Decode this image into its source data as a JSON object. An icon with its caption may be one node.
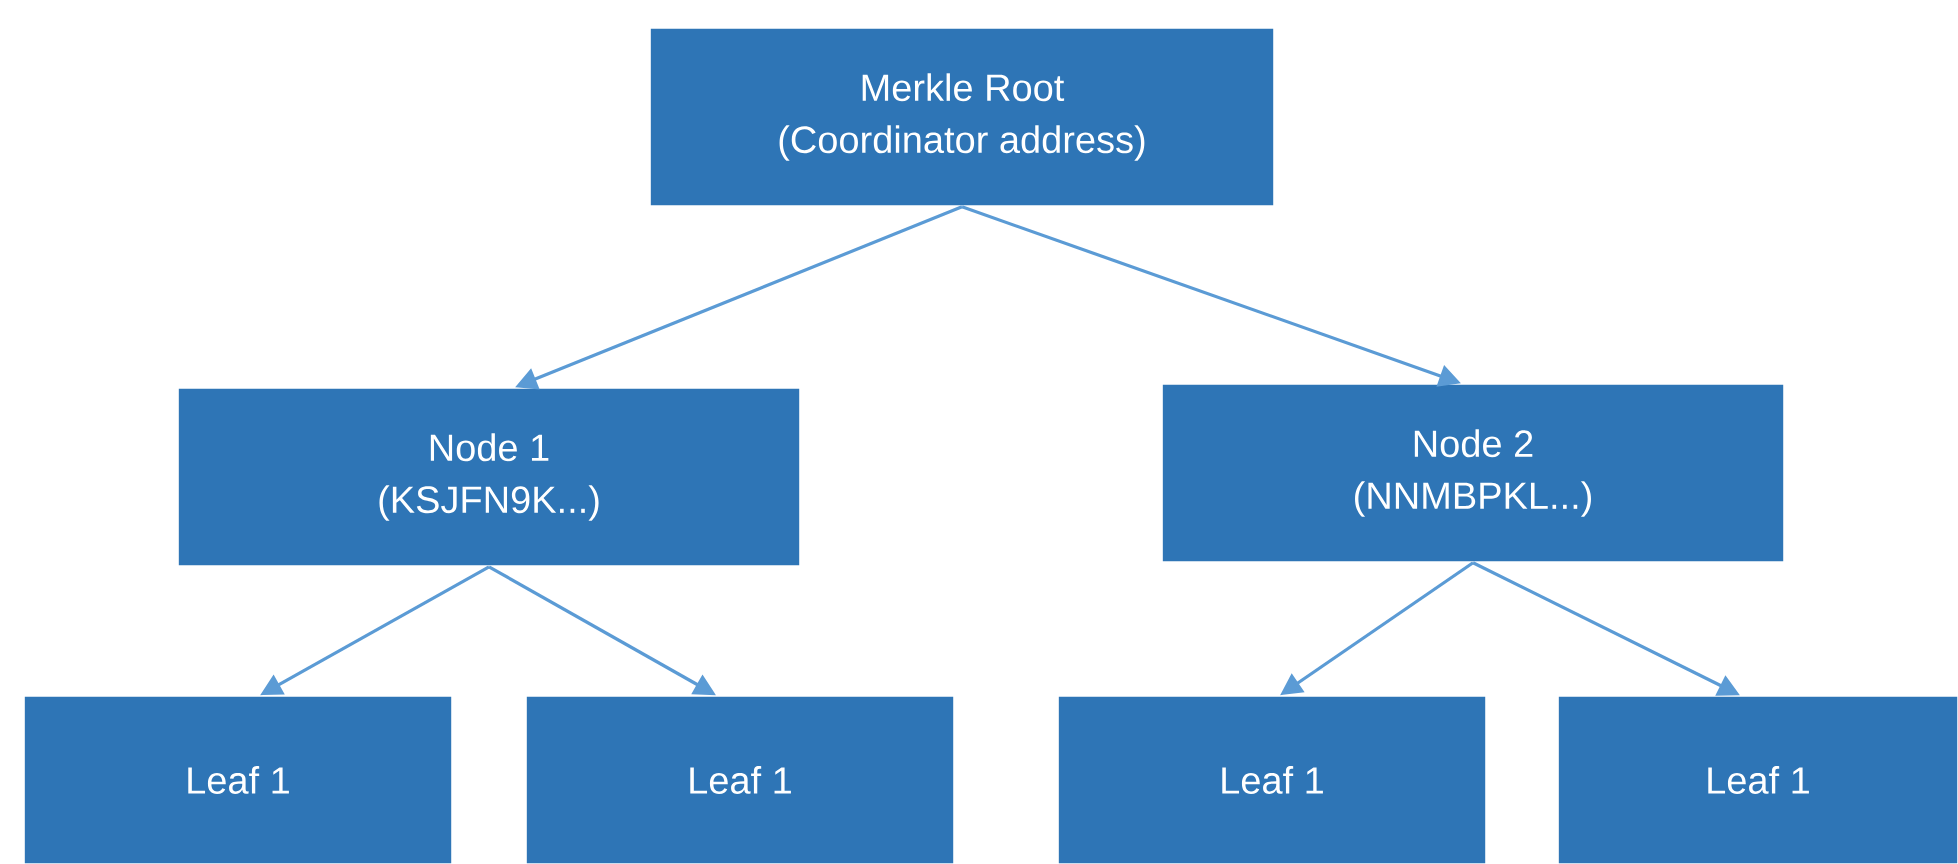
{
  "diagram": {
    "nodes": [
      {
        "text": [
          "Merkle Root",
          "(Coordinator address)"
        ]
      },
      {
        "text": [
          "Node 1",
          "(KSJFN9K...)"
        ]
      },
      {
        "text": [
          "Node 2",
          "(NNMBPKL...)"
        ]
      },
      {
        "text": [
          "Leaf 1"
        ]
      },
      {
        "text": [
          "Leaf 1"
        ]
      },
      {
        "text": [
          "Leaf 1"
        ]
      },
      {
        "text": [
          "Leaf 1"
        ]
      }
    ],
    "edges": [
      {
        "from": 0,
        "to": 1,
        "arrow": "to"
      },
      {
        "from": 0,
        "to": 2,
        "arrow": "to"
      },
      {
        "from": 1,
        "to": 3,
        "arrow": "to"
      },
      {
        "from": 1,
        "to": 4,
        "arrow": "to"
      },
      {
        "from": 2,
        "to": 5,
        "arrow": "to"
      },
      {
        "from": 2,
        "to": 6,
        "arrow": "to"
      }
    ]
  }
}
